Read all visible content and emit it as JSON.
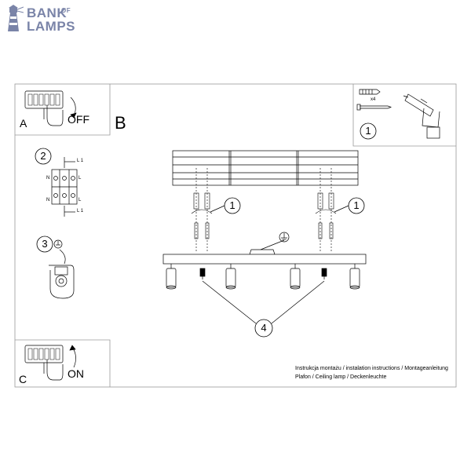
{
  "brand": {
    "line1": "BANK",
    "small": "OF",
    "line2": "LAMPS",
    "color": "#7a84a8"
  },
  "panels": {
    "a": {
      "letter": "A",
      "word": "OFF"
    },
    "b": {
      "letter": "B"
    },
    "c": {
      "letter": "C",
      "word": "ON"
    }
  },
  "steps": {
    "tools": "1",
    "mount_left": "1",
    "mount_right": "1",
    "wiring": "2",
    "ground": "3",
    "bulbs": "4"
  },
  "wiring_labels": {
    "l1_top": "L 1",
    "n_left": "N",
    "l_right": "L",
    "n_bottom": "N",
    "l_bottom": "L",
    "l1_bottom": "L 1"
  },
  "tools": {
    "screw_count": "x4"
  },
  "footer": {
    "line1": "Instrukcja montażu / instalation instructions / Montageanleitung",
    "line2": "Plafon / Ceiling lamp / Deckenleuchte"
  },
  "colors": {
    "stroke": "#000000",
    "panel_border": "#9a9a9a"
  }
}
